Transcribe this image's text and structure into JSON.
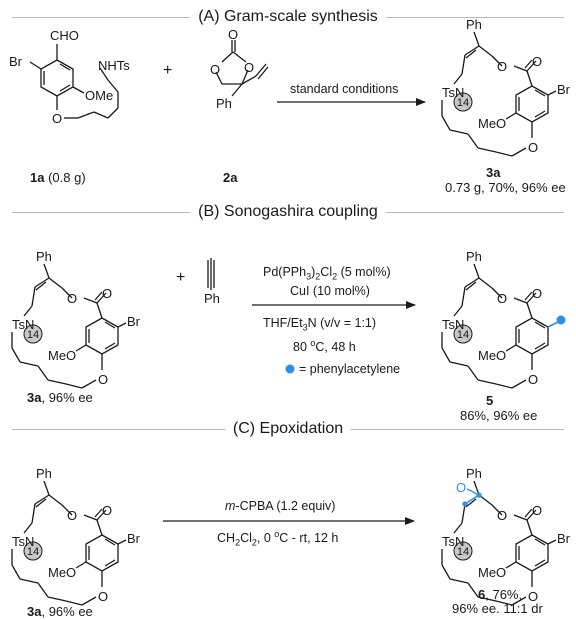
{
  "sections": [
    {
      "title": "(A)  Gram-scale synthesis"
    },
    {
      "title": "(B) Sonogashira coupling"
    },
    {
      "title": "(C) Epoxidation"
    }
  ],
  "atoms": {
    "CHO": "CHO",
    "Br": "Br",
    "NHTs": "NHTs",
    "OMe": "OMe",
    "O": "O",
    "Ph": "Ph",
    "TsN": "TsN",
    "MeO": "MeO",
    "ring_size": "14"
  },
  "colors": {
    "accent": "#2f8fe8",
    "ring_badge": "#c8c8c8",
    "rule": "#b8b8b8"
  },
  "sectionA": {
    "sm1_id": "1a",
    "sm1_amount": " (0.8 g)",
    "sm2_id": "2a",
    "plus": "+",
    "conditions": "standard conditions",
    "product_id": "3a",
    "product_yield": "0.73 g, 70%, 96% ee"
  },
  "sectionB": {
    "sm_id": "3a",
    "sm_ee": ", 96% ee",
    "plus": "+",
    "catalyst_pre": "Pd(PPh",
    "catalyst_sub1": "3",
    "catalyst_mid": ")",
    "catalyst_sub2": "2",
    "catalyst_post": "Cl",
    "catalyst_sub3": "2",
    "catalyst_load": " (5 mol%)",
    "cocatalyst": "CuI (10 mol%)",
    "solvent_pre": "THF/Et",
    "solvent_sub": "3",
    "solvent_post": "N (v/v = 1:1)",
    "temp_pre": "80 ",
    "temp_sup": "o",
    "temp_post": "C, 48 h",
    "legend": "= phenylacetylene",
    "product_id": "5",
    "product_yield": "86%, 96% ee"
  },
  "sectionC": {
    "sm_id": "3a",
    "sm_ee": ", 96% ee",
    "reagent_italic": "m",
    "reagent_rest": "-CPBA (1.2 equiv)",
    "solvent_pre": "CH",
    "solvent_sub1": "2",
    "solvent_mid": "Cl",
    "solvent_sub2": "2",
    "temp_pre": ", 0 ",
    "temp_sup": "o",
    "temp_post": "C - rt, 12 h",
    "product_id": "6",
    "product_yield1": ", 76%,",
    "product_yield2": "96% ee. 11:1 dr"
  }
}
